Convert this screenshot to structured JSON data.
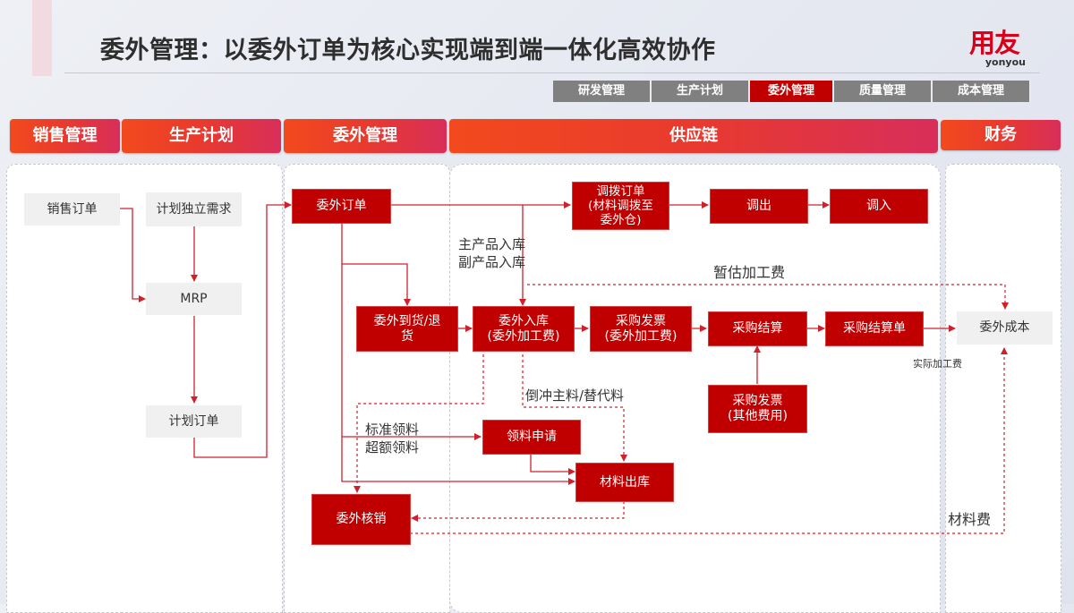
{
  "header": {
    "title": "委外管理：以委外订单为核心实现端到端一体化高效协作",
    "logo_cn": "用友",
    "logo_en": "yonyou"
  },
  "nav": {
    "tabs": [
      {
        "label": "研发管理",
        "active": false
      },
      {
        "label": "生产计划",
        "active": false
      },
      {
        "label": "委外管理",
        "active": true
      },
      {
        "label": "质量管理",
        "active": false
      },
      {
        "label": "成本管理",
        "active": false
      }
    ]
  },
  "lanes": [
    {
      "label": "销售管理"
    },
    {
      "label": "生产计划"
    },
    {
      "label": "委外管理"
    },
    {
      "label": "供应链"
    },
    {
      "label": "财务"
    }
  ],
  "nodes": {
    "sales_order": "销售订单",
    "independent_demand": "计划独立需求",
    "mrp": "MRP",
    "planned_order": "计划订单",
    "outsource_order": "委外订单",
    "transfer_order": "调拨订单\n(材料调拨至\n委外仓)",
    "transfer_out": "调出",
    "transfer_in": "调入",
    "outsource_arrival": "委外到货/退\n货",
    "outsource_receipt": "委外入库\n(委外加工费)",
    "purchase_invoice_fee": "采购发票\n(委外加工费)",
    "purchase_settle": "采购结算",
    "purchase_settle_doc": "采购结算单",
    "outsource_cost": "委外成本",
    "purchase_invoice_other": "采购发票\n(其他费用)",
    "material_request": "领料申请",
    "material_issue": "材料出库",
    "outsource_writeoff": "委外核销"
  },
  "labels": {
    "main_by_product": "主产品入库\n副产品入库",
    "estimated_fee": "暂估加工费",
    "actual_fee": "实际加工费",
    "backflush": "倒冲主料/替代料",
    "std_over_pick": "标准领料\n超额领料",
    "material_cost": "材料费"
  },
  "colors": {
    "accent": "#c00000",
    "line": "#d0202c",
    "nav_inactive": "#808080"
  }
}
